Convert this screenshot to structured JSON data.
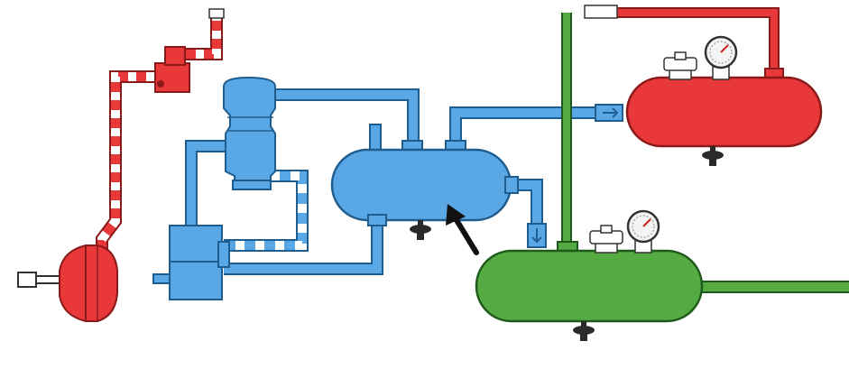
{
  "diagram": {
    "colors": {
      "supply_blue": "#5aa7e6",
      "blue_outline": "#1f5d8f",
      "service_red": "#e8383a",
      "red_outline": "#8a1a1a",
      "secondary_green": "#55ab42",
      "green_outline": "#1f5a1c",
      "stripe_white": "#ffffff",
      "drain_dark": "#2a2a2a",
      "gauge_face": "#f4f4f4",
      "arrow_black": "#111111"
    },
    "components": [
      {
        "name": "air-compressor",
        "color": "supply_blue"
      },
      {
        "name": "governor",
        "color": "supply_blue"
      },
      {
        "name": "supply-wet-tank",
        "color": "supply_blue"
      },
      {
        "name": "primary-tank",
        "color": "service_red"
      },
      {
        "name": "secondary-tank",
        "color": "secondary_green"
      },
      {
        "name": "brake-chamber",
        "color": "service_red"
      }
    ],
    "pointer": {
      "target": "supply-wet-tank",
      "icon": "arrow-icon"
    }
  }
}
